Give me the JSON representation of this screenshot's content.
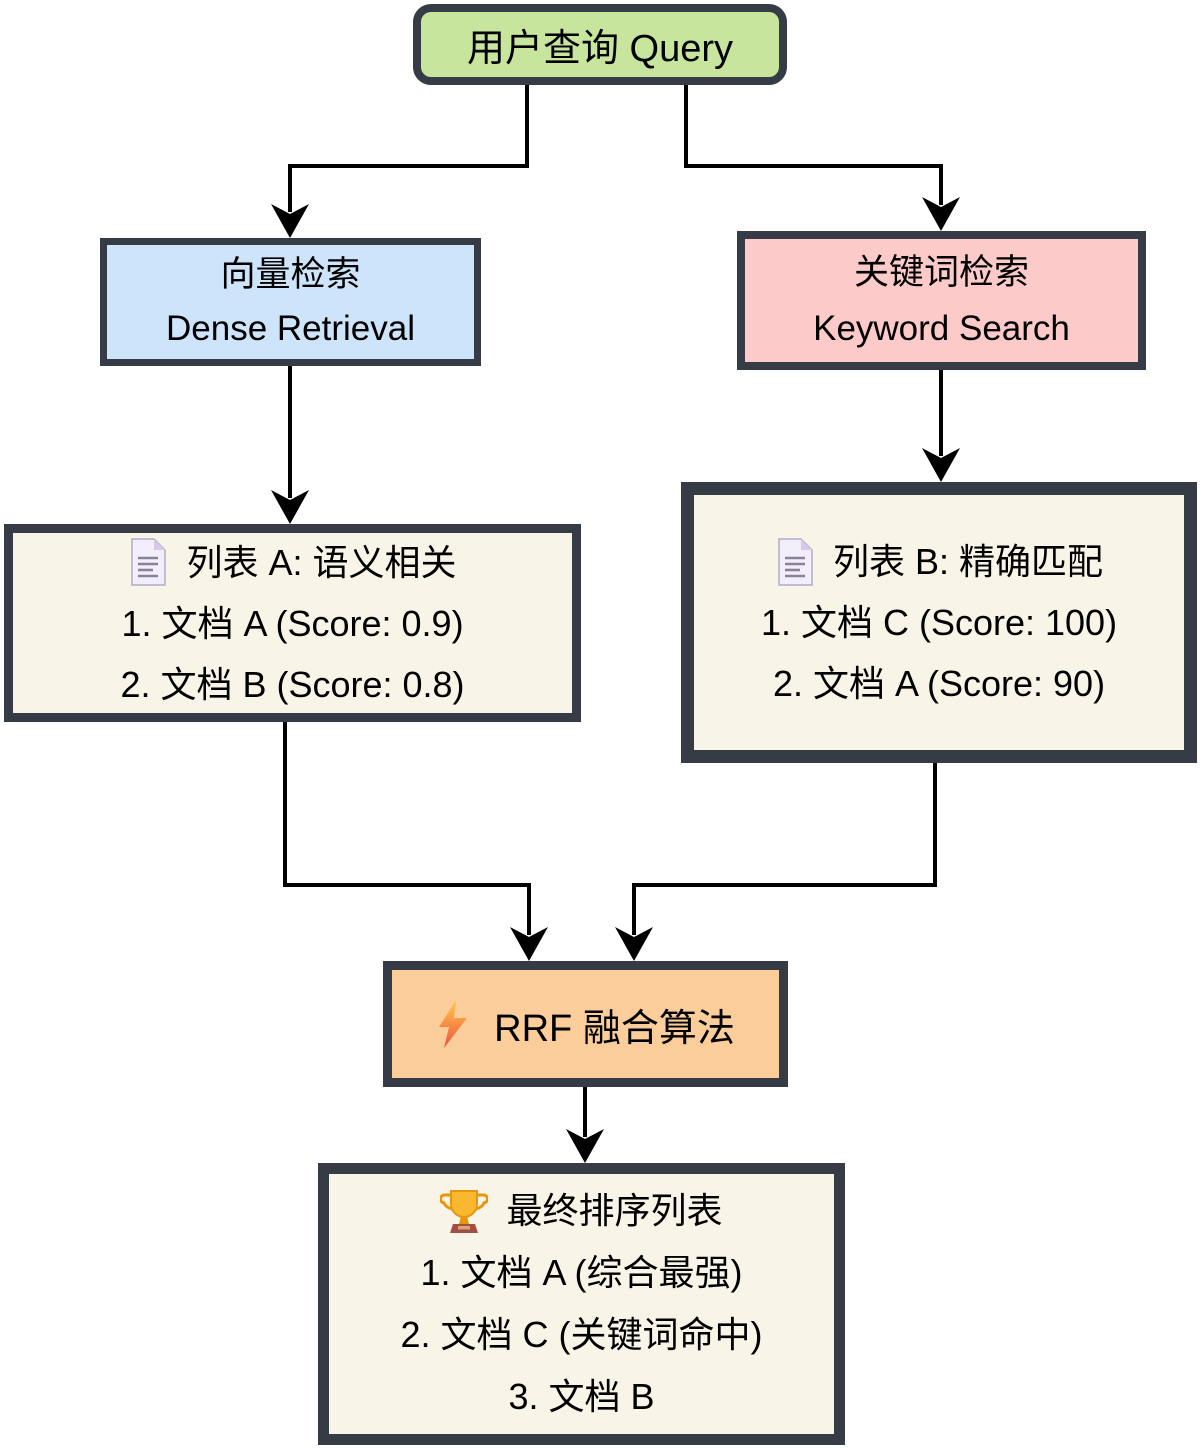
{
  "colors": {
    "canvas": "#ffffff",
    "node-border": "#363c45",
    "edge": "#000000",
    "query-fill": "#c7e59d",
    "dense-fill": "#cde4fa",
    "keyword-fill": "#fdcaca",
    "list-fill": "#f8f4e8",
    "rrf-fill": "#fbcd9b",
    "doc-page": "#f3eefb",
    "doc-fold": "#d5c8e8",
    "doc-line": "#8b8298",
    "bolt-top": "#ffc94d",
    "bolt-bottom": "#f1523f",
    "trophy-cup": "#fcb731",
    "trophy-dark": "#e8960c",
    "trophy-base": "#a14f42"
  },
  "nodes": {
    "query": {
      "label": "用户查询 Query"
    },
    "dense": {
      "line1": "向量检索",
      "line2": "Dense Retrieval"
    },
    "keyword": {
      "line1": "关键词检索",
      "line2": "Keyword Search"
    },
    "list_a": {
      "icon": "document-icon",
      "title": "列表 A: 语义相关",
      "items": [
        "1. 文档 A (Score: 0.9)",
        "2. 文档 B (Score: 0.8)"
      ]
    },
    "list_b": {
      "icon": "document-icon",
      "title": "列表 B: 精确匹配",
      "items": [
        "1. 文档 C (Score: 100)",
        "2. 文档 A (Score: 90)"
      ]
    },
    "rrf": {
      "icon": "lightning-icon",
      "label": "RRF 融合算法"
    },
    "final": {
      "icon": "trophy-icon",
      "title": "最终排序列表",
      "items": [
        "1. 文档 A (综合最强)",
        "2. 文档 C (关键词命中)",
        "3. 文档 B"
      ]
    }
  },
  "edges": [
    {
      "from": "query",
      "to": "dense"
    },
    {
      "from": "query",
      "to": "keyword"
    },
    {
      "from": "dense",
      "to": "list_a"
    },
    {
      "from": "keyword",
      "to": "list_b"
    },
    {
      "from": "list_a",
      "to": "rrf"
    },
    {
      "from": "list_b",
      "to": "rrf"
    },
    {
      "from": "rrf",
      "to": "final"
    }
  ]
}
